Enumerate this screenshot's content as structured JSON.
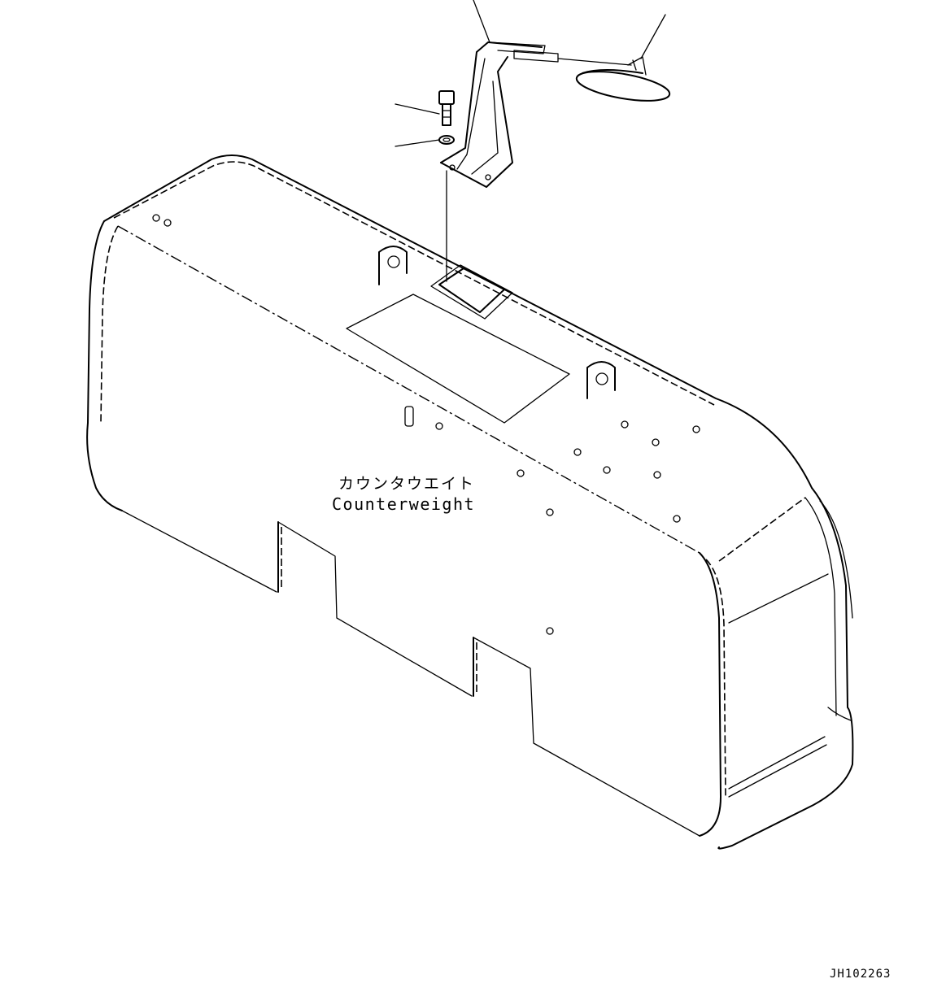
{
  "diagram": {
    "part_label_jp": "カウンタウエイト",
    "part_label_en": "Counterweight",
    "drawing_number": "JH102263"
  }
}
